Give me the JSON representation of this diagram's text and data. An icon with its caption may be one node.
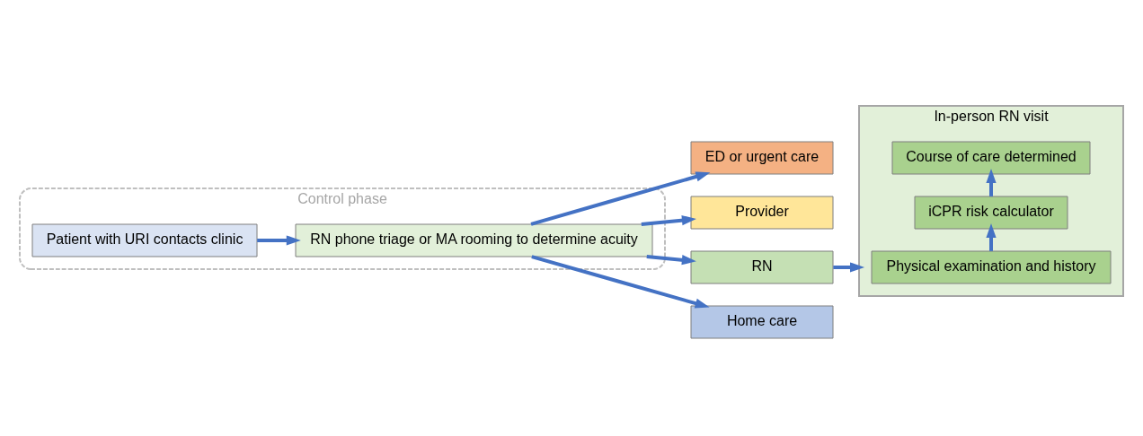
{
  "diagram": {
    "nodes": [
      {
        "text": [
          "Control phase"
        ]
      },
      {
        "text": [
          "Patient with URI contacts clinic"
        ],
        "in": 0
      },
      {
        "text": [
          "RN phone triage or MA rooming to determine acuity"
        ],
        "in": 0
      },
      {
        "text": [
          "ED or urgent care"
        ]
      },
      {
        "text": [
          "Provider"
        ]
      },
      {
        "text": [
          "RN"
        ]
      },
      {
        "text": [
          "Home care"
        ]
      },
      {
        "text": [
          "In-person RN visit"
        ]
      },
      {
        "text": [
          "Physical examination and history"
        ],
        "in": 7
      },
      {
        "text": [
          "iCPR risk calculator"
        ],
        "in": 7
      },
      {
        "text": [
          "Course of care determined"
        ],
        "in": 7
      }
    ],
    "edges": [
      {
        "from": 1,
        "to": 2,
        "arrow": "to"
      },
      {
        "from": 2,
        "to": 3,
        "arrow": "to"
      },
      {
        "from": 2,
        "to": 4,
        "arrow": "to"
      },
      {
        "from": 2,
        "to": 5,
        "arrow": "to"
      },
      {
        "from": 2,
        "to": 6,
        "arrow": "to"
      },
      {
        "from": 5,
        "to": 7,
        "arrow": "to"
      },
      {
        "from": 8,
        "to": 9,
        "arrow": "to"
      },
      {
        "from": 9,
        "to": 10,
        "arrow": "to"
      }
    ]
  }
}
